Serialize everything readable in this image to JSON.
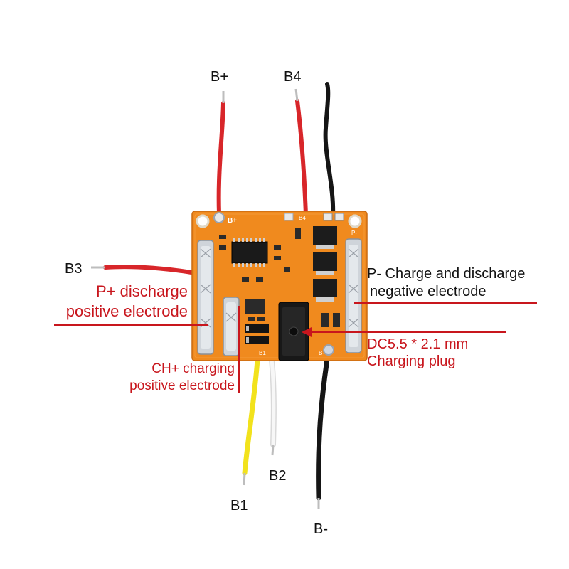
{
  "labels": {
    "b_plus": "B+",
    "b4": "B4",
    "b3": "B3",
    "b1": "B1",
    "b2": "B2",
    "b_minus": "B-",
    "p_plus_line1": "P+ discharge",
    "p_plus_line2": "positive electrode",
    "p_minus_line1": "P- Charge and discharge",
    "p_minus_line2": "negative electrode",
    "dc_line1": "DC5.5 * 2.1 mm",
    "dc_line2": "Charging plug",
    "ch_line1": "CH+ charging",
    "ch_line2": "positive electrode"
  },
  "pcb_silkscreen": {
    "b_plus": "B+",
    "b4": "B4",
    "b1": "B1",
    "b_minus": "B-",
    "p_minus": "P-"
  },
  "colors": {
    "pcb": "#f08a1e",
    "wire_red": "#d8262a",
    "wire_black": "#151515",
    "wire_yellow": "#f2e21c",
    "wire_white": "#f4f4f4",
    "annotation_red": "#c8161d",
    "label_black": "#111111"
  }
}
